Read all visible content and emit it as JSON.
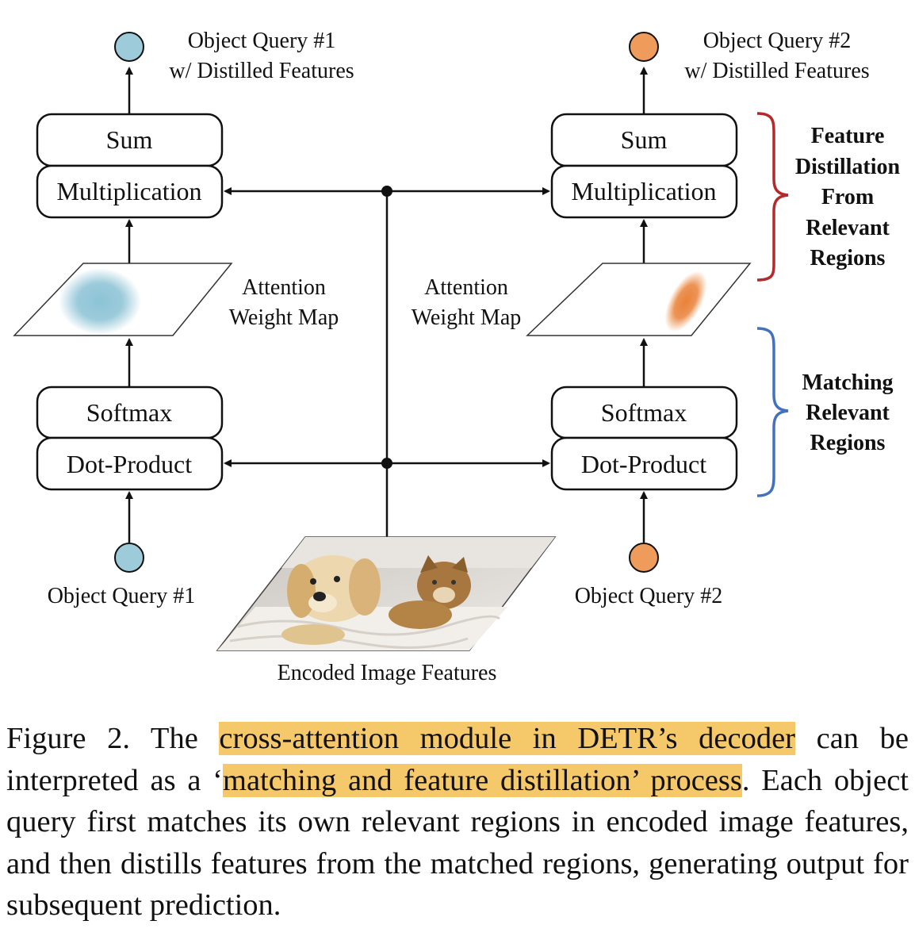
{
  "figure": {
    "left_output_label": [
      "Object Query #1",
      "w/ Distilled Features"
    ],
    "right_output_label": [
      "Object Query #2",
      "w/ Distilled Features"
    ],
    "left_sum": "Sum",
    "left_mult": "Multiplication",
    "right_sum": "Sum",
    "right_mult": "Multiplication",
    "left_softmax": "Softmax",
    "left_dot": "Dot-Product",
    "right_softmax": "Softmax",
    "right_dot": "Dot-Product",
    "attn_label_left": [
      "Attention",
      "Weight Map"
    ],
    "attn_label_center": [
      "Attention",
      "Weight Map"
    ],
    "left_input_label": "Object Query #1",
    "right_input_label": "Object Query #2",
    "image_label": "Encoded Image Features",
    "brace_top_label": [
      "Feature",
      "Distillation",
      "From",
      "Relevant",
      "Regions"
    ],
    "brace_bottom_label": [
      "Matching",
      "Relevant",
      "Regions"
    ],
    "colors": {
      "query1": "#9ecbd9",
      "query2": "#ef9b5c",
      "brace_red": "#b5292a",
      "brace_blue": "#4470c0",
      "highlight": "#f5c96a"
    }
  },
  "caption": {
    "prefix": "Figure 2.  The ",
    "highlight1": "cross-attention module in DETR’s decoder",
    "mid1": " can be interpreted as a ‘",
    "highlight2": "matching and feature distillation’ process",
    "rest": ". Each object query first matches its own relevant regions in encoded image features, and then distills features from the matched regions, generating output for subsequent prediction."
  }
}
